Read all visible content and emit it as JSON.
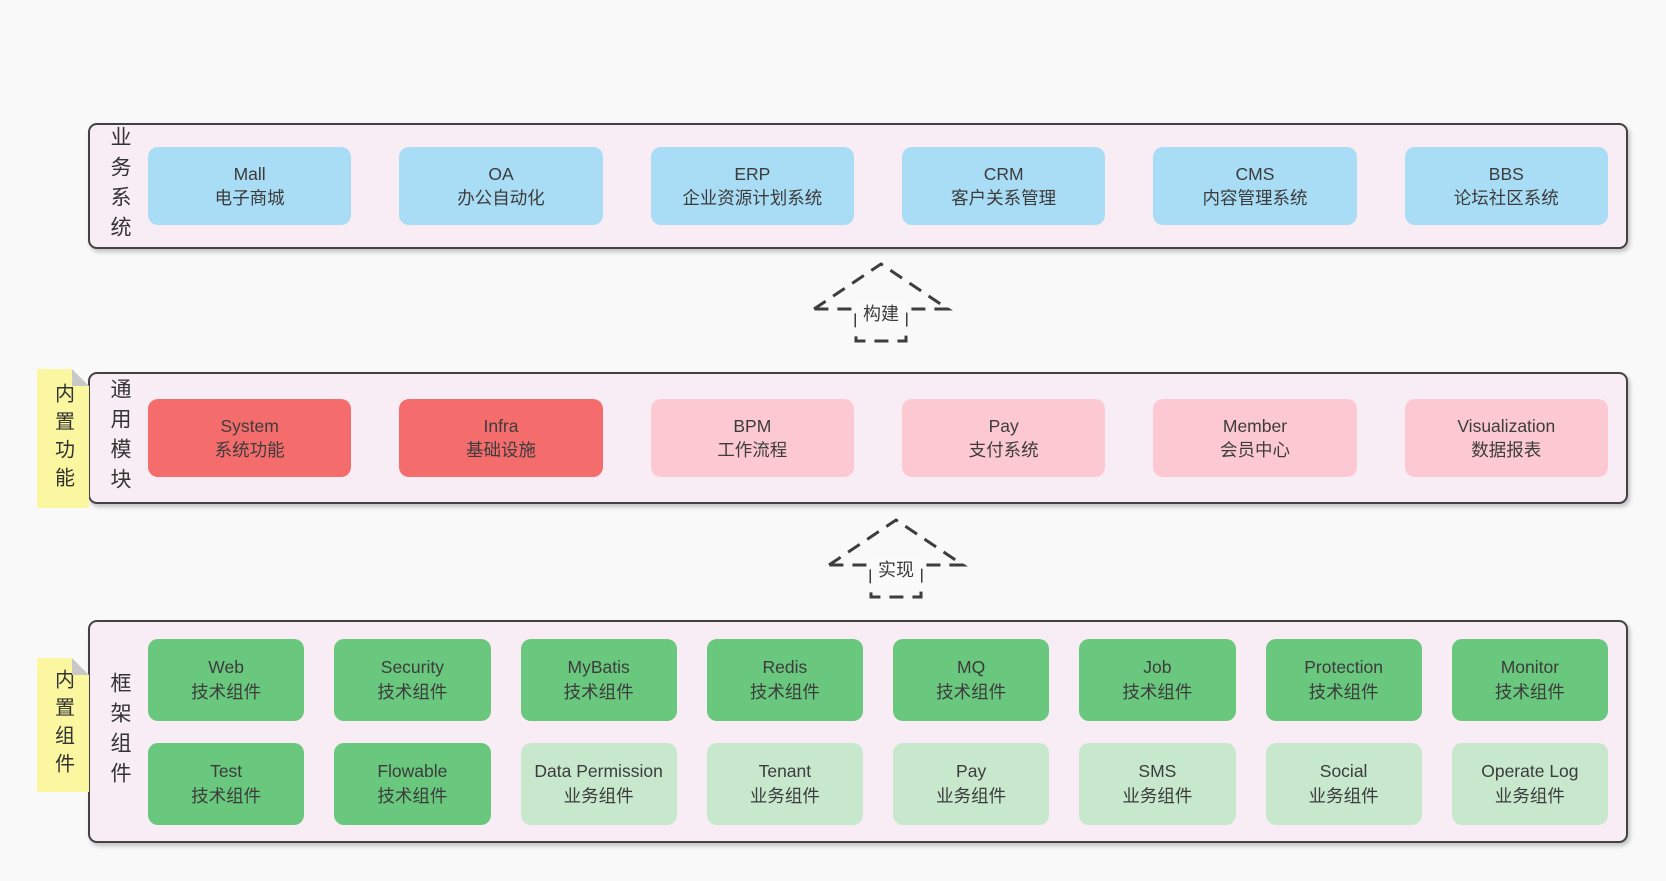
{
  "colors": {
    "page_bg": "#f9f9f9",
    "band_bg": "#f8edf5",
    "band_border": "#424242",
    "blue_box": "#a9dcf5",
    "red_box": "#f56c6c",
    "pink_box": "#fcc9d3",
    "green_box": "#69c87d",
    "lightgreen_box": "#c7e8cd",
    "sticky_yellow": "#faf7a0",
    "sticky_fold_gray": "#c8c8c8",
    "arrow_stroke": "#3d3d3d",
    "text": "#3c3c3c"
  },
  "arrows": {
    "build": "构建",
    "implement": "实现"
  },
  "bands": {
    "business": {
      "side_label": "业务系统",
      "boxes": [
        {
          "name": "Mall",
          "desc": "电子商城"
        },
        {
          "name": "OA",
          "desc": "办公自动化"
        },
        {
          "name": "ERP",
          "desc": "企业资源计划系统"
        },
        {
          "name": "CRM",
          "desc": "客户关系管理"
        },
        {
          "name": "CMS",
          "desc": "内容管理系统"
        },
        {
          "name": "BBS",
          "desc": "论坛社区系统"
        }
      ]
    },
    "modules": {
      "side_label": "通用模块",
      "sticky_label": "内置功能",
      "boxes": [
        {
          "name": "System",
          "desc": "系统功能",
          "variant": "red"
        },
        {
          "name": "Infra",
          "desc": "基础设施",
          "variant": "red"
        },
        {
          "name": "BPM",
          "desc": "工作流程",
          "variant": "pink"
        },
        {
          "name": "Pay",
          "desc": "支付系统",
          "variant": "pink"
        },
        {
          "name": "Member",
          "desc": "会员中心",
          "variant": "pink"
        },
        {
          "name": "Visualization",
          "desc": "数据报表",
          "variant": "pink"
        }
      ]
    },
    "components": {
      "side_label": "框架组件",
      "sticky_label": "内置组件",
      "rows": [
        [
          {
            "name": "Web",
            "desc": "技术组件",
            "variant": "green"
          },
          {
            "name": "Security",
            "desc": "技术组件",
            "variant": "green"
          },
          {
            "name": "MyBatis",
            "desc": "技术组件",
            "variant": "green"
          },
          {
            "name": "Redis",
            "desc": "技术组件",
            "variant": "green"
          },
          {
            "name": "MQ",
            "desc": "技术组件",
            "variant": "green"
          },
          {
            "name": "Job",
            "desc": "技术组件",
            "variant": "green"
          },
          {
            "name": "Protection",
            "desc": "技术组件",
            "variant": "green"
          },
          {
            "name": "Monitor",
            "desc": "技术组件",
            "variant": "green"
          }
        ],
        [
          {
            "name": "Test",
            "desc": "技术组件",
            "variant": "green"
          },
          {
            "name": "Flowable",
            "desc": "技术组件",
            "variant": "green"
          },
          {
            "name": "Data Permission",
            "desc": "业务组件",
            "variant": "lightgreen"
          },
          {
            "name": "Tenant",
            "desc": "业务组件",
            "variant": "lightgreen"
          },
          {
            "name": "Pay",
            "desc": "业务组件",
            "variant": "lightgreen"
          },
          {
            "name": "SMS",
            "desc": "业务组件",
            "variant": "lightgreen"
          },
          {
            "name": "Social",
            "desc": "业务组件",
            "variant": "lightgreen"
          },
          {
            "name": "Operate Log",
            "desc": "业务组件",
            "variant": "lightgreen"
          }
        ]
      ]
    }
  }
}
